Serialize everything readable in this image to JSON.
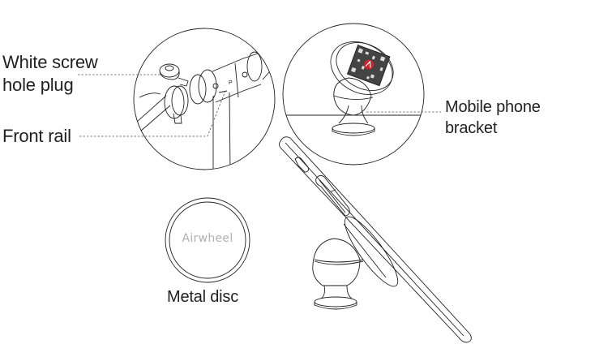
{
  "diagram": {
    "labels": {
      "white_screw_hole_plug_line1": "White screw",
      "white_screw_hole_plug_line2": "hole plug",
      "front_rail": "Front rail",
      "mobile_phone_bracket_line1": "Mobile phone",
      "mobile_phone_bracket_line2": "bracket",
      "metal_disc": "Metal disc"
    },
    "disc_brand_text": "Airwheel",
    "components": [
      {
        "id": "handlebar-detail",
        "description": "Scooter handlebar with white screw hole plug and front rail"
      },
      {
        "id": "bracket-detail",
        "description": "Magnetic mobile phone bracket mounted on surface"
      },
      {
        "id": "metal-disc",
        "description": "Round metal disc with Airwheel logo"
      },
      {
        "id": "phone-on-mount",
        "description": "Phone attached to magnetic ball mount"
      }
    ],
    "colors": {
      "line": "#231f20",
      "leader": "#555555",
      "brand_text": "#b0b0b0",
      "logo_red": "#d2232a"
    }
  }
}
